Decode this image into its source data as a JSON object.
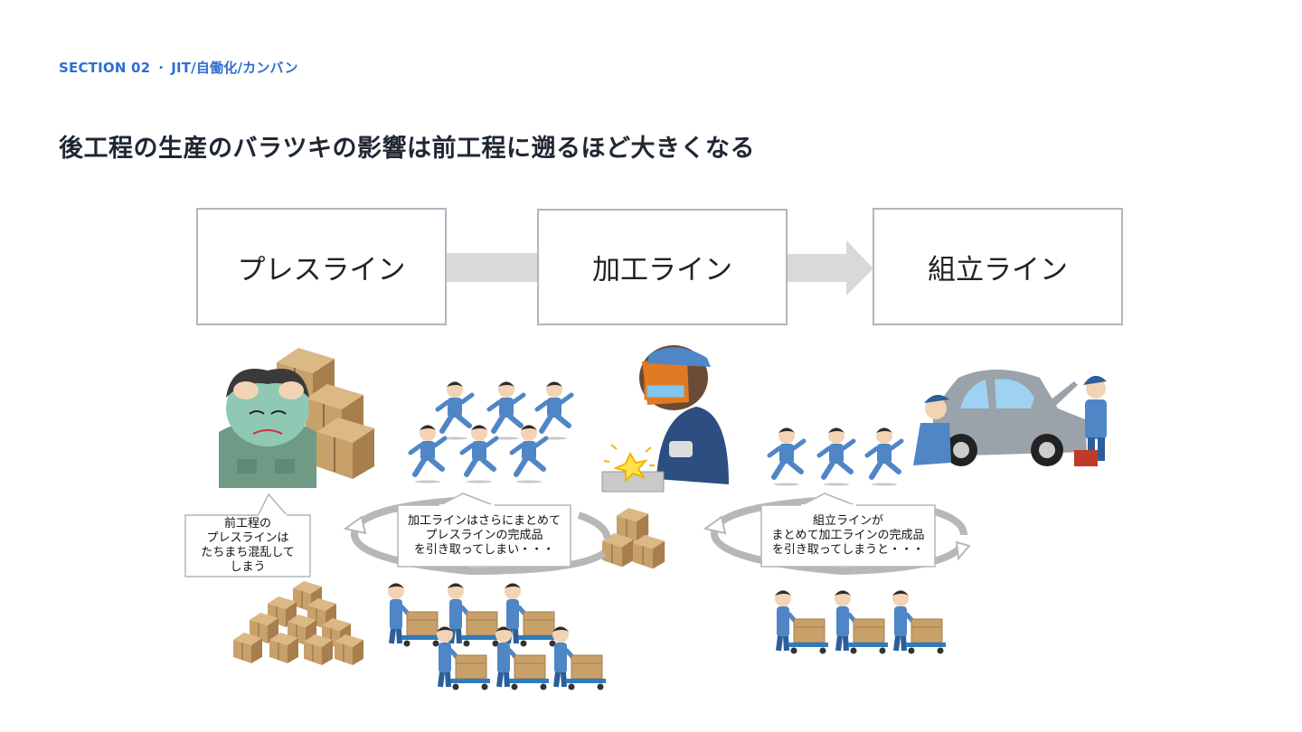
{
  "header": {
    "section": "SECTION 02",
    "separator": "·",
    "topic": "JIT/自働化/カンバン",
    "title": "後工程の生産のバラツキの影響は前工程に遡るほど大きくなる"
  },
  "process_lines": [
    {
      "label": "プレスライン"
    },
    {
      "label": "加工ライン"
    },
    {
      "label": "組立ライン"
    }
  ],
  "speech": {
    "press": "前工程の\nプレスラインは\nたちまち混乱して\nしまう",
    "kakou": "加工ラインはさらにまとめて\nプレスラインの完成品\nを引き取ってしまい・・・",
    "kumitate": "組立ラインが\nまとめて加工ラインの完成品\nを引き取ってしまうと・・・"
  },
  "colors": {
    "accent": "#2f6fd0",
    "title": "#1f2733",
    "box_border": "#aeb7bf",
    "arrow": "#d9d9d9",
    "worker_uniform": "#4f86c6",
    "worker_dark": "#2d5e99",
    "box_brown": "#c8a06a",
    "box_shadow": "#a77e4c",
    "car_body": "#9aa2aa",
    "confused_shirt": "#6f9a86",
    "confused_face": "#8fc9b4"
  },
  "icons": [
    "confused-worker-icon",
    "cardboard-boxes-icon",
    "running-workers-icon",
    "welder-icon",
    "spark-icon",
    "car-mechanics-icon",
    "cart-worker-icon",
    "circular-arrow-icon"
  ]
}
